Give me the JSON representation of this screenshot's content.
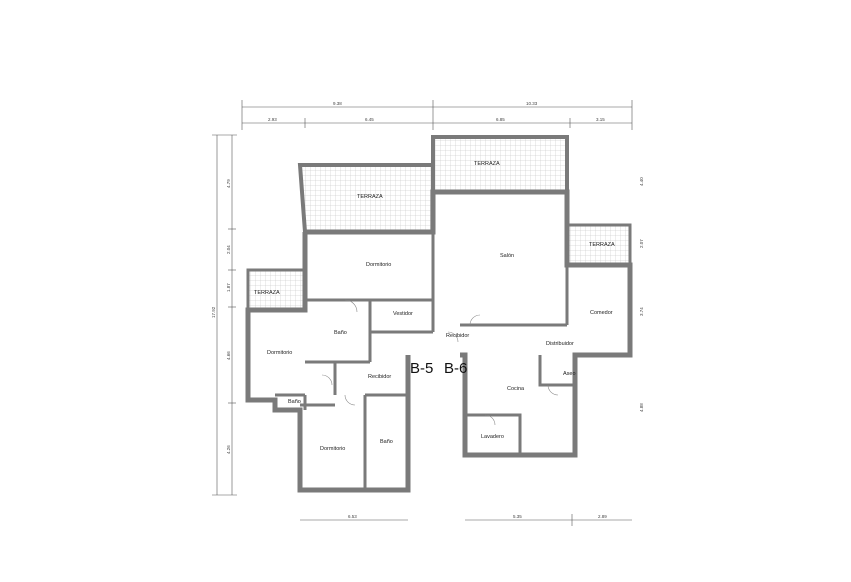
{
  "rooms": {
    "terraza_top": "TERRAZA",
    "terraza_left_upper": "TERRAZA",
    "terraza_left": "TERRAZA",
    "terraza_right": "TERRAZA",
    "dormitorio_top": "Dormitorio",
    "salon": "Salón",
    "comedor": "Comedor",
    "vestidor": "Vestidor",
    "bano_mid": "Baño",
    "dormitorio_left": "Dormitorio",
    "recibidor_left": "Recibidor",
    "bano_small": "Baño",
    "dormitorio_bottom": "Dormitorio",
    "bano_bottom": "Baño",
    "recibidor_right": "Recibidor",
    "distribuidor": "Distribuidor",
    "cocina": "Cocina",
    "aseo": "Aseo",
    "lavadero": "Lavadero"
  },
  "units": {
    "left": "B-5",
    "right": "B-6"
  },
  "dimensions": {
    "top_total": [
      "9.38",
      "10.33"
    ],
    "top_partial": [
      "2.93",
      "6.45",
      "6.85",
      "3.15"
    ],
    "left_total": "17.92",
    "left_partial": [
      "4.79",
      "2.04",
      "1.87",
      "4.66",
      "4.26"
    ],
    "right_partial": [
      "4.40",
      "2.07",
      "3.74",
      "4.88"
    ],
    "bottom": [
      "6.53",
      "5.35",
      "2.89"
    ]
  },
  "colors": {
    "wall": "#7a7a7a",
    "hatch": "#bdbdbd"
  }
}
